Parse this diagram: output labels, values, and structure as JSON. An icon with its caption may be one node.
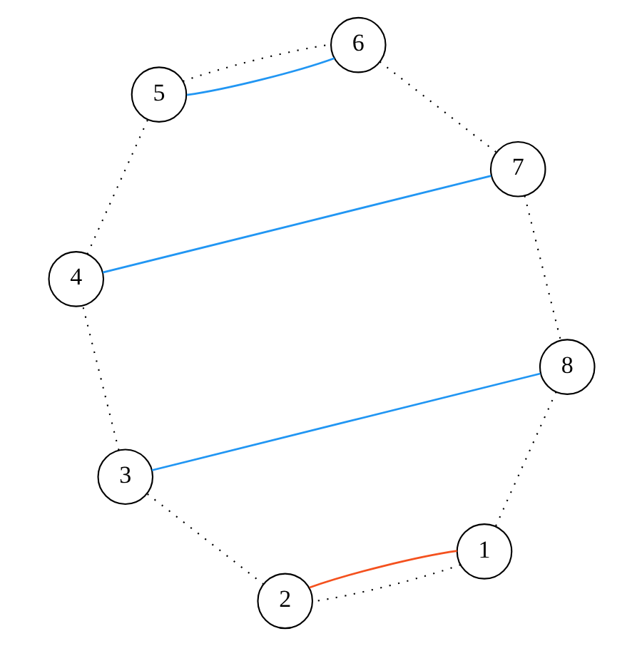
{
  "diagram": {
    "nodes": [
      {
        "text": [
          "1"
        ]
      },
      {
        "text": [
          "2"
        ]
      },
      {
        "text": [
          "3"
        ]
      },
      {
        "text": [
          "4"
        ]
      },
      {
        "text": [
          "5"
        ]
      },
      {
        "text": [
          "6"
        ]
      },
      {
        "text": [
          "7"
        ]
      },
      {
        "text": [
          "8"
        ]
      }
    ],
    "edges": [
      {
        "from": 0,
        "to": 1,
        "arrow": "none",
        "style": "dashed",
        "color": "#000000"
      },
      {
        "from": 1,
        "to": 2,
        "arrow": "none",
        "style": "dashed",
        "color": "#000000"
      },
      {
        "from": 2,
        "to": 3,
        "arrow": "none",
        "style": "dashed",
        "color": "#000000"
      },
      {
        "from": 3,
        "to": 4,
        "arrow": "none",
        "style": "dashed",
        "color": "#000000"
      },
      {
        "from": 4,
        "to": 5,
        "arrow": "none",
        "style": "dashed",
        "color": "#000000"
      },
      {
        "from": 5,
        "to": 6,
        "arrow": "none",
        "style": "dashed",
        "color": "#000000"
      },
      {
        "from": 6,
        "to": 7,
        "arrow": "none",
        "style": "dashed",
        "color": "#000000"
      },
      {
        "from": 7,
        "to": 0,
        "arrow": "none",
        "style": "dashed",
        "color": "#000000"
      },
      {
        "from": 0,
        "to": 1,
        "arrow": "none",
        "color": "#f4511e"
      },
      {
        "from": 7,
        "to": 2,
        "arrow": "none",
        "color": "#2196f3"
      },
      {
        "from": 6,
        "to": 3,
        "arrow": "none",
        "color": "#2196f3"
      },
      {
        "from": 5,
        "to": 4,
        "arrow": "none",
        "color": "#2196f3"
      }
    ]
  }
}
